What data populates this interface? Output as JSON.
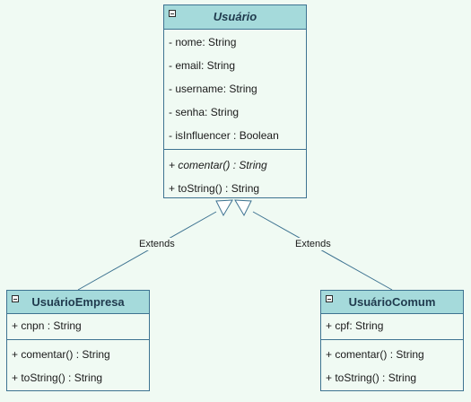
{
  "diagram": {
    "classes": {
      "usuario": {
        "name": "Usuário",
        "attributes": [
          "- nome: String",
          "- email: String",
          "- username: String",
          "- senha: String",
          "- isInfluencer : Boolean"
        ],
        "methods": [
          "+ comentar() : String",
          "+ toString() : String"
        ]
      },
      "usuario_empresa": {
        "name": "UsuárioEmpresa",
        "attributes": [
          "+ cnpn : String"
        ],
        "methods": [
          "+ comentar() : String",
          "+ toString() : String"
        ]
      },
      "usuario_comum": {
        "name": "UsuárioComum",
        "attributes": [
          "+ cpf: String"
        ],
        "methods": [
          "+ comentar() : String",
          "+ toString() : String"
        ]
      }
    },
    "relations": {
      "left": {
        "label": "Extends",
        "from": "UsuárioEmpresa",
        "to": "Usuário"
      },
      "right": {
        "label": "Extends",
        "from": "UsuárioComum",
        "to": "Usuário"
      }
    }
  },
  "colors": {
    "background": "#f0faf3",
    "header_fill": "#a5dadb",
    "border": "#3e7391"
  }
}
